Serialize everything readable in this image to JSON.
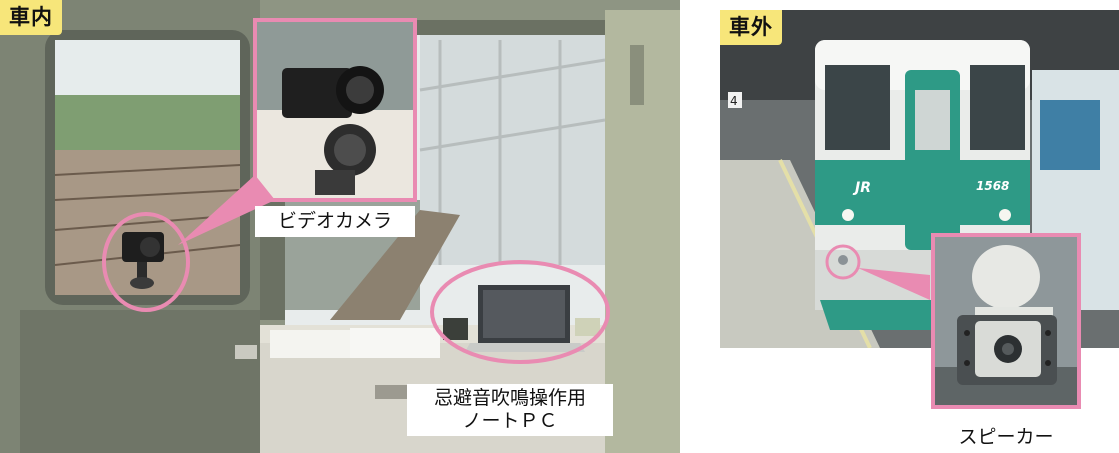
{
  "inside": {
    "tag": "車内",
    "camera_label": "ビデオカメラ",
    "pc_label_line1": "忌避音吹鳴操作用",
    "pc_label_line2": "ノートＰＣ"
  },
  "outside": {
    "tag": "車外",
    "car_number": "1568",
    "logo": "JR",
    "platform_number": "4",
    "speaker_caption": "スピーカー"
  },
  "colors": {
    "highlight_pink": "#e98bb2",
    "tag_yellow": "#f7e67a",
    "train_green": "#2e9a86"
  }
}
